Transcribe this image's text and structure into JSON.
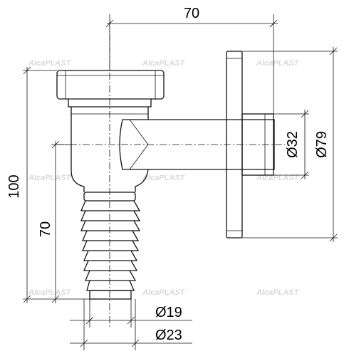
{
  "dimensions": {
    "top_width": "70",
    "total_height": "100",
    "inlet_height": "70",
    "pipe_diameter": "Ø32",
    "rosette_diameter": "Ø79",
    "hose_small_diameter": "Ø19",
    "hose_large_diameter": "Ø23"
  },
  "watermark": "AlcaPLAST"
}
